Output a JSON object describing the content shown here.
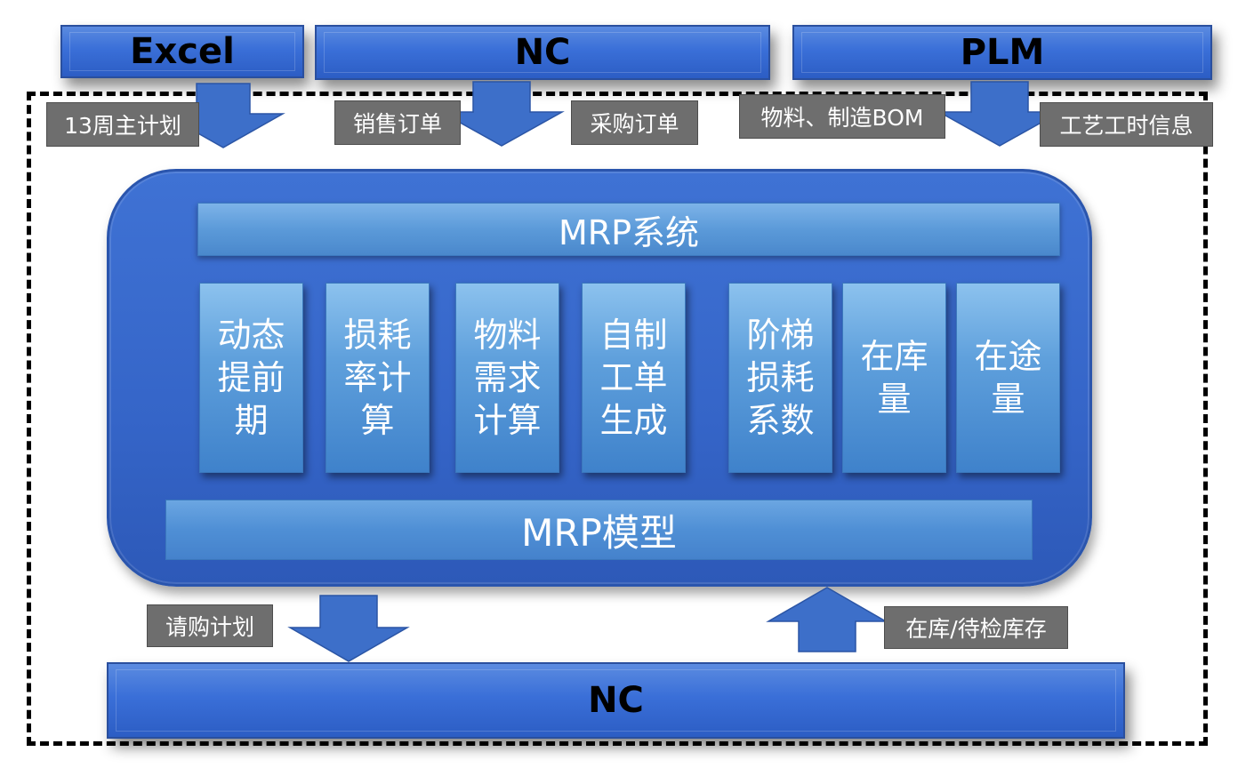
{
  "sources": {
    "excel": "Excel",
    "nc_top": "NC",
    "plm": "PLM"
  },
  "inputs": {
    "plan_13week": "13周主计划",
    "sales_order": "销售订单",
    "purchase_order": "采购订单",
    "material_bom": "物料、制造BOM",
    "process_hours": "工艺工时信息"
  },
  "mrp": {
    "system_title": "MRP系统",
    "model_title": "MRP模型",
    "modules": [
      "动态提前期",
      "损耗率计算",
      "物料需求计算",
      "自制工单生成",
      "阶梯损耗系数",
      "在库量",
      "在途量"
    ]
  },
  "outputs": {
    "purchase_plan": "请购计划",
    "inventory": "在库/待检库存"
  },
  "target": {
    "nc_bottom": "NC"
  },
  "colors": {
    "bar_blue": "#3a6fd8",
    "module_blue": "#5fa0dc",
    "label_gray": "#6e6e6e",
    "arrow_blue": "#3d6fc9"
  },
  "icons": [
    "down-arrow-icon",
    "up-arrow-icon"
  ]
}
